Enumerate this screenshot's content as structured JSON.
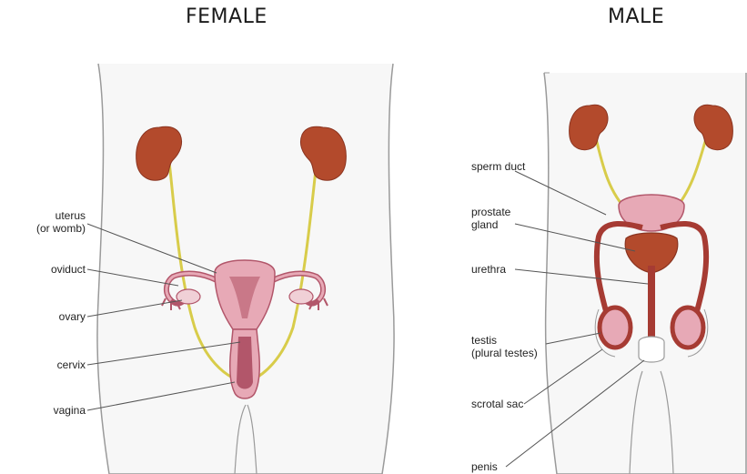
{
  "female": {
    "title": "FEMALE",
    "labels": {
      "uterus_line1": "uterus",
      "uterus_line2": "(or womb)",
      "oviduct": "oviduct",
      "ovary": "ovary",
      "cervix": "cervix",
      "vagina": "vagina"
    }
  },
  "male": {
    "title": "MALE",
    "labels": {
      "sperm_duct": "sperm duct",
      "prostate_line1": "prostate",
      "prostate_line2": "gland",
      "urethra": "urethra",
      "testis_line1": "testis",
      "testis_line2": "(plural testes)",
      "scrotal_sac": "scrotal sac",
      "penis": "penis"
    }
  },
  "colors": {
    "kidney": "#b34a2c",
    "ureter": "#d8cc4a",
    "organ_pink": "#e7a9b6",
    "organ_dark": "#b2566a",
    "duct_red": "#a63b33",
    "body_outline": "#9a9a9a",
    "body_fill": "#f7f7f7",
    "leader_line": "#555555"
  }
}
